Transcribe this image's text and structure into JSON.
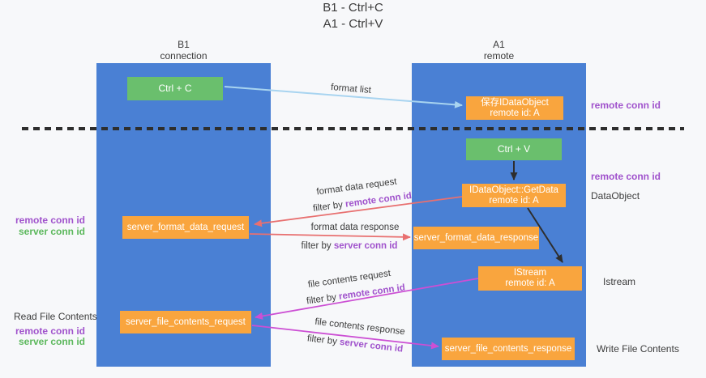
{
  "title": {
    "line1": "B1 - Ctrl+C",
    "line2": "A1 - Ctrl+V"
  },
  "columns": {
    "left": {
      "name": "B1",
      "sub": "connection"
    },
    "right": {
      "name": "A1",
      "sub": "remote"
    }
  },
  "boxes": {
    "ctrl_c": "Ctrl + C",
    "ctrl_v": "Ctrl + V",
    "save_idataobject": {
      "line1": "保存IDataObject",
      "line2": "remote id: A"
    },
    "getdata": {
      "line1": "IDataObject::GetData",
      "line2": "remote id: A"
    },
    "istream": {
      "line1": "IStream",
      "line2": "remote id: A"
    },
    "format_request": "server_format_data_request",
    "format_response": "server_format_data_response",
    "file_request": "server_file_contents_request",
    "file_response": "server_file_contents_response"
  },
  "arrow_labels": {
    "format_list": "format list",
    "format_data_request": "format data request",
    "format_data_response": "format data response",
    "file_contents_request": "file contents request",
    "file_contents_response": "file contents response",
    "filter_prefix": "filter by ",
    "remote_conn_id": "remote conn id",
    "server_conn_id": "server conn id"
  },
  "side_labels": {
    "right_remote_conn_id_top": "remote conn id",
    "right_remote_conn_id_mid": "remote conn id",
    "data_object": "DataObject",
    "istream": "Istream",
    "write_file_contents": "Write File Contents",
    "left_remote_conn_id_top": "remote conn id",
    "left_server_conn_id_top": "server conn id",
    "read_file_contents": "Read File Contents",
    "left_remote_conn_id_bottom": "remote conn id",
    "left_server_conn_id_bottom": "server conn id"
  },
  "colors": {
    "background": "#f7f8fa",
    "column_blue": "#4a80d4",
    "box_orange": "#f9a53e",
    "box_green": "#6abf6d",
    "arrow_lightblue": "#a8d4f0",
    "arrow_red": "#e87070",
    "arrow_magenta": "#cc4fd4",
    "arrow_black": "#2e2e2e",
    "text_purple": "#a052cc",
    "text_green": "#5cb85c",
    "text_dark": "#3c3c3c"
  }
}
